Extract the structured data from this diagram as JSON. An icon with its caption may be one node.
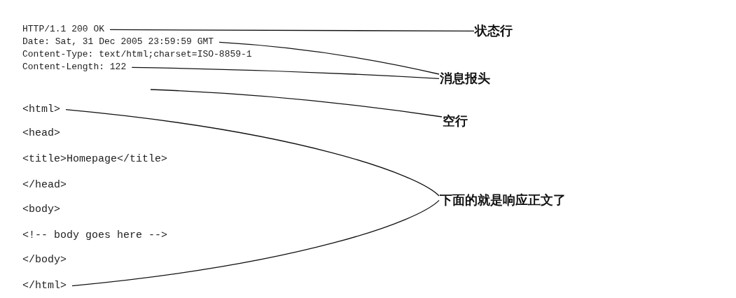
{
  "diagram": {
    "nodes": [
      {
        "text": [
          "HTTP/1.1 200 OK"
        ]
      },
      {
        "text": [
          "Date: Sat, 31 Dec 2005 23:59:59 GMT"
        ]
      },
      {
        "text": [
          "Content-Type: text/html;charset=ISO-8859-1"
        ]
      },
      {
        "text": [
          "Content-Length: 122"
        ]
      },
      {
        "text": [
          "<html>"
        ]
      },
      {
        "text": [
          "<head>"
        ]
      },
      {
        "text": [
          "<title>Homepage</title>"
        ]
      },
      {
        "text": [
          "</head>"
        ]
      },
      {
        "text": [
          "<body>"
        ]
      },
      {
        "text": [
          "<!-- body goes here -->"
        ]
      },
      {
        "text": [
          "</body>"
        ]
      },
      {
        "text": [
          "</html>"
        ]
      },
      {
        "text": [
          "状态行"
        ]
      },
      {
        "text": [
          "消息报头"
        ]
      },
      {
        "text": [
          "空行"
        ]
      },
      {
        "text": [
          "下面的就是响应正文了"
        ]
      }
    ],
    "edges": [
      {
        "from": 12,
        "to": 0,
        "arrow": "none"
      },
      {
        "from": 13,
        "to": 1,
        "arrow": "none"
      },
      {
        "from": 13,
        "to": 3,
        "arrow": "none"
      },
      {
        "from": 14,
        "to": null,
        "arrow": "none"
      },
      {
        "from": 15,
        "to": 4,
        "arrow": "none"
      },
      {
        "from": 15,
        "to": 11,
        "arrow": "none"
      }
    ]
  }
}
